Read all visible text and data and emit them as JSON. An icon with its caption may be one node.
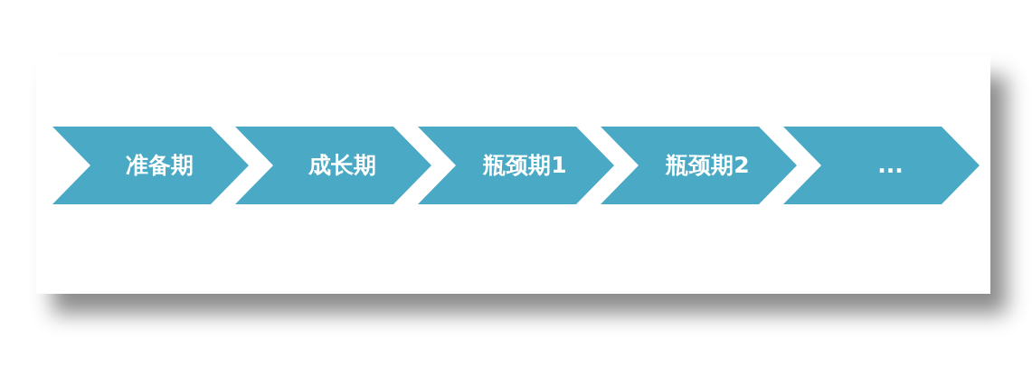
{
  "diagram": {
    "nodes": [
      {
        "text": [
          "准备期"
        ]
      },
      {
        "text": [
          "成长期"
        ]
      },
      {
        "text": [
          "瓶颈期1"
        ]
      },
      {
        "text": [
          "瓶颈期2"
        ]
      },
      {
        "text": [
          "..."
        ]
      }
    ]
  }
}
